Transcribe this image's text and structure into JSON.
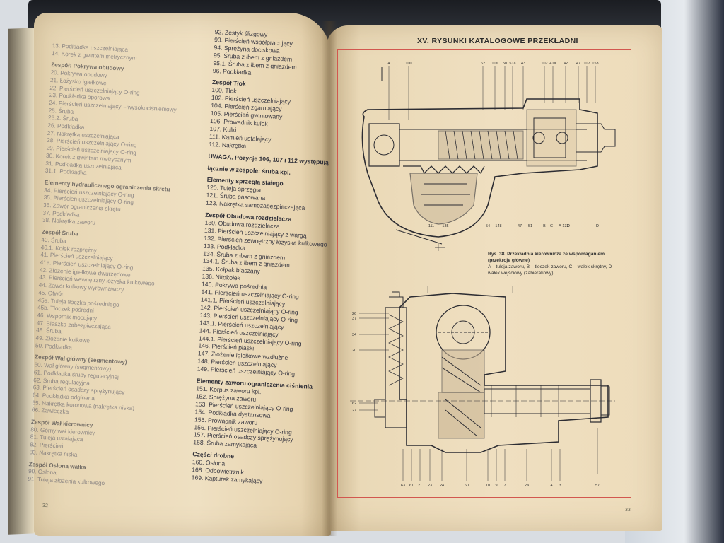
{
  "left_page": {
    "col1_items": [
      {
        "t": "13. Podkładka uszczelniająca",
        "h": false
      },
      {
        "t": "14. Korek z gwintem metrycznym",
        "h": false
      },
      {
        "t": "Zespół: Pokrywa obudowy",
        "h": true
      },
      {
        "t": "20. Pokrywa obudowy",
        "h": false
      },
      {
        "t": "21. Łożysko igiełkowe",
        "h": false
      },
      {
        "t": "22. Pierścień uszczelniający O-ring",
        "h": false
      },
      {
        "t": "23. Podkładka oporowa",
        "h": false
      },
      {
        "t": "24. Pierścień uszczelniający – wysokociśnieniowy",
        "h": false
      },
      {
        "t": "25. Śruba",
        "h": false
      },
      {
        "t": "25.2. Śruba",
        "h": false
      },
      {
        "t": "26. Podkładka",
        "h": false
      },
      {
        "t": "27. Nakrętka uszczelniająca",
        "h": false
      },
      {
        "t": "28. Pierścień uszczelniający O-ring",
        "h": false
      },
      {
        "t": "29. Pierścień uszczelniający O-ring",
        "h": false
      },
      {
        "t": "30. Korek z gwintem metrycznym",
        "h": false
      },
      {
        "t": "31. Podkładka uszczelniająca",
        "h": false
      },
      {
        "t": "31.1. Podkładka",
        "h": false
      },
      {
        "t": "Elementy hydraulicznego ograniczenia skrętu",
        "h": true
      },
      {
        "t": "34. Pierścień uszczelniający O-ring",
        "h": false
      },
      {
        "t": "35. Pierścień uszczelniający O-ring",
        "h": false
      },
      {
        "t": "36. Zawór ograniczenia skrętu",
        "h": false
      },
      {
        "t": "37. Podkładka",
        "h": false
      },
      {
        "t": "38. Nakrętka zaworu",
        "h": false
      },
      {
        "t": "Zespół Śruba",
        "h": true
      },
      {
        "t": "40. Śruba",
        "h": false
      },
      {
        "t": "40.1. Kołek rozprężny",
        "h": false
      },
      {
        "t": "41. Pierścień uszczelniający",
        "h": false
      },
      {
        "t": "41a. Pierścień uszczelniający O-ring",
        "h": false
      },
      {
        "t": "42. Złożenie igiełkowe dwurzędowe",
        "h": false
      },
      {
        "t": "43. Pierścień wewnętrzny łożyska kulkowego",
        "h": false
      },
      {
        "t": "44. Zawór kulkowy wyrównawczy",
        "h": false
      },
      {
        "t": "45. Otwór",
        "h": false
      },
      {
        "t": "45a. Tuleja tłoczka pośredniego",
        "h": false
      },
      {
        "t": "45b. Tłoczek pośredni",
        "h": false
      },
      {
        "t": "46. Wspornik mocujący",
        "h": false
      },
      {
        "t": "47. Blaszka zabezpieczająca",
        "h": false
      },
      {
        "t": "48. Śruba",
        "h": false
      },
      {
        "t": "49. Złożenie kulkowe",
        "h": false
      },
      {
        "t": "50. Podkładka",
        "h": false
      },
      {
        "t": "Zespół Wał główny (segmentowy)",
        "h": true
      },
      {
        "t": "60. Wał główny (segmentowy)",
        "h": false
      },
      {
        "t": "61. Podkładka śruby regulacyjnej",
        "h": false
      },
      {
        "t": "62. Śruba regulacyjna",
        "h": false
      },
      {
        "t": "63. Pierścień osadczy sprężynujący",
        "h": false
      },
      {
        "t": "64. Podkładka odginana",
        "h": false
      },
      {
        "t": "65. Nakrętka koronowa (nakrętka niska)",
        "h": false
      },
      {
        "t": "66. Zawleczka",
        "h": false
      },
      {
        "t": "Zespół Wał kierownicy",
        "h": true
      },
      {
        "t": "80. Górny wał kierownicy",
        "h": false
      },
      {
        "t": "81. Tuleja ustalająca",
        "h": false
      },
      {
        "t": "82. Pierścień",
        "h": false
      },
      {
        "t": "83. Nakrętka niska",
        "h": false
      },
      {
        "t": "Zespół Osłona wałka",
        "h": true
      },
      {
        "t": "90. Osłona",
        "h": false
      },
      {
        "t": "91. Tuleja złożenia kulkowego",
        "h": false
      }
    ],
    "col2_items": [
      {
        "t": "92. Zestyk ślizgowy",
        "h": false
      },
      {
        "t": "93. Pierścień współpracujący",
        "h": false
      },
      {
        "t": "94. Sprężyna dociskowa",
        "h": false
      },
      {
        "t": "95. Śruba z łbem z gniazdem",
        "h": false
      },
      {
        "t": "95.1. Śruba z łbem z gniazdem",
        "h": false
      },
      {
        "t": "96. Podkładka",
        "h": false
      },
      {
        "t": "Zespół Tłok",
        "h": true
      },
      {
        "t": "100. Tłok",
        "h": false
      },
      {
        "t": "102. Pierścień uszczelniający",
        "h": false
      },
      {
        "t": "104. Pierścień zgarniający",
        "h": false
      },
      {
        "t": "105. Pierścień gwintowany",
        "h": false
      },
      {
        "t": "106. Prowadnik kulek",
        "h": false
      },
      {
        "t": "107. Kulki",
        "h": false
      },
      {
        "t": "111. Kamień ustalający",
        "h": false
      },
      {
        "t": "112. Nakrętka",
        "h": false
      },
      {
        "t": "UWAGA. Pozycje 106, 107 i 112 występują",
        "h": true
      },
      {
        "t": "łącznie w zespole: śruba kpl.",
        "h": true
      },
      {
        "t": "Elementy sprzęgła stałego",
        "h": true
      },
      {
        "t": "120. Tuleja sprzęgła",
        "h": false
      },
      {
        "t": "121. Śruba pasowana",
        "h": false
      },
      {
        "t": "123. Nakrętka samozabezpieczająca",
        "h": false
      },
      {
        "t": "Zespół Obudowa rozdzielacza",
        "h": true
      },
      {
        "t": "130. Obudowa rozdzielacza",
        "h": false
      },
      {
        "t": "131. Pierścień uszczelniający z wargą",
        "h": false
      },
      {
        "t": "132. Pierścień zewnętrzny łożyska kulkowego",
        "h": false
      },
      {
        "t": "133. Podkładka",
        "h": false
      },
      {
        "t": "134. Śruba z łbem z gniazdem",
        "h": false
      },
      {
        "t": "134.1. Śruba z łbem z gniazdem",
        "h": false
      },
      {
        "t": "135. Kołpak blaszany",
        "h": false
      },
      {
        "t": "136. Nitokołek",
        "h": false
      },
      {
        "t": "140. Pokrywa pośrednia",
        "h": false
      },
      {
        "t": "141. Pierścień uszczelniający O-ring",
        "h": false
      },
      {
        "t": "141.1. Pierścień uszczelniający",
        "h": false
      },
      {
        "t": "142. Pierścień uszczelniający O-ring",
        "h": false
      },
      {
        "t": "143. Pierścień uszczelniający O-ring",
        "h": false
      },
      {
        "t": "143.1. Pierścień uszczelniający",
        "h": false
      },
      {
        "t": "144. Pierścień uszczelniający",
        "h": false
      },
      {
        "t": "144.1. Pierścień uszczelniający O-ring",
        "h": false
      },
      {
        "t": "146. Pierścień płaski",
        "h": false
      },
      {
        "t": "147. Złożenie igiełkowe wzdłużne",
        "h": false
      },
      {
        "t": "148. Pierścień uszczelniający",
        "h": false
      },
      {
        "t": "149. Pierścień uszczelniający O-ring",
        "h": false
      },
      {
        "t": "Elementy zaworu ograniczenia ciśnienia",
        "h": true
      },
      {
        "t": "151. Korpus zaworu kpl.",
        "h": false
      },
      {
        "t": "152. Sprężyna zaworu",
        "h": false
      },
      {
        "t": "153. Pierścień uszczelniający O-ring",
        "h": false
      },
      {
        "t": "154. Podkładka dystansowa",
        "h": false
      },
      {
        "t": "155. Prowadnik zaworu",
        "h": false
      },
      {
        "t": "156. Pierścień uszczelniający O-ring",
        "h": false
      },
      {
        "t": "157. Pierścień osadczy sprężynujący",
        "h": false
      },
      {
        "t": "158. Śruba zamykająca",
        "h": false
      },
      {
        "t": "Części drobne",
        "h": true
      },
      {
        "t": "160. Osłona",
        "h": false
      },
      {
        "t": "168. Odpowietrznik",
        "h": false
      },
      {
        "t": "169. Kapturek zamykający",
        "h": false
      }
    ],
    "page_number": "32"
  },
  "right_page": {
    "header": "XV. RYSUNKI KATALOGOWE PRZEKŁADNI",
    "caption_title": "Rys. 38. Przekładnia kierownicza ze wspomaganiem (przekroje główne)",
    "caption_body": "A – tuleja zaworu, B – tłoczek zaworu, C – wałek skrętny, D – wałek wejściowy (zabierakowy).",
    "page_number": "33",
    "top_callouts": [
      "4",
      "100",
      "62",
      "106",
      "50",
      "51a",
      "43",
      "102",
      "41a",
      "42",
      "47",
      "107",
      "153"
    ],
    "bottom_callouts": [
      "111",
      "135",
      "54",
      "148",
      "47",
      "51",
      "B",
      "C",
      "A",
      "D",
      "133",
      "D"
    ],
    "side_callouts": [
      "26",
      "37",
      "34",
      "20",
      "62",
      "27"
    ],
    "lower_callouts": [
      "63",
      "61",
      "21",
      "23",
      "24",
      "60",
      "10",
      "9",
      "7",
      "2a",
      "4",
      "3",
      "57"
    ],
    "colors": {
      "frame": "#d2574f",
      "page": "#ecdcbc",
      "ink": "#3b3a44"
    }
  }
}
